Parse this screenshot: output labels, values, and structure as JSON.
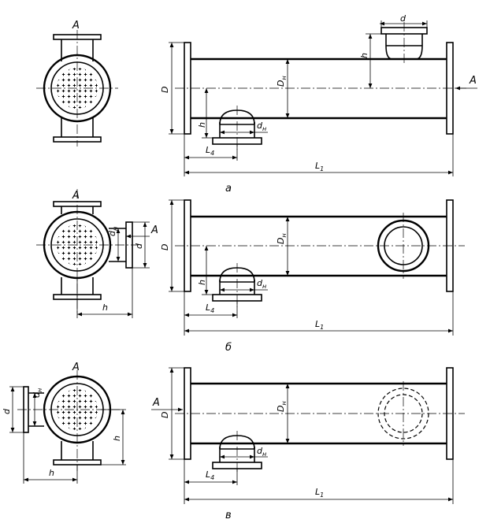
{
  "labels": {
    "A": "A",
    "D": "D",
    "d": "d",
    "h": "h",
    "D_main": "D",
    "D_sub": "н",
    "d_main": "d",
    "d_sub": "н",
    "L1_main": "L",
    "L1_sub": "1",
    "L4_main": "L",
    "L4_sub": "4"
  },
  "captions": {
    "a": "а",
    "b": "б",
    "c": "в"
  }
}
